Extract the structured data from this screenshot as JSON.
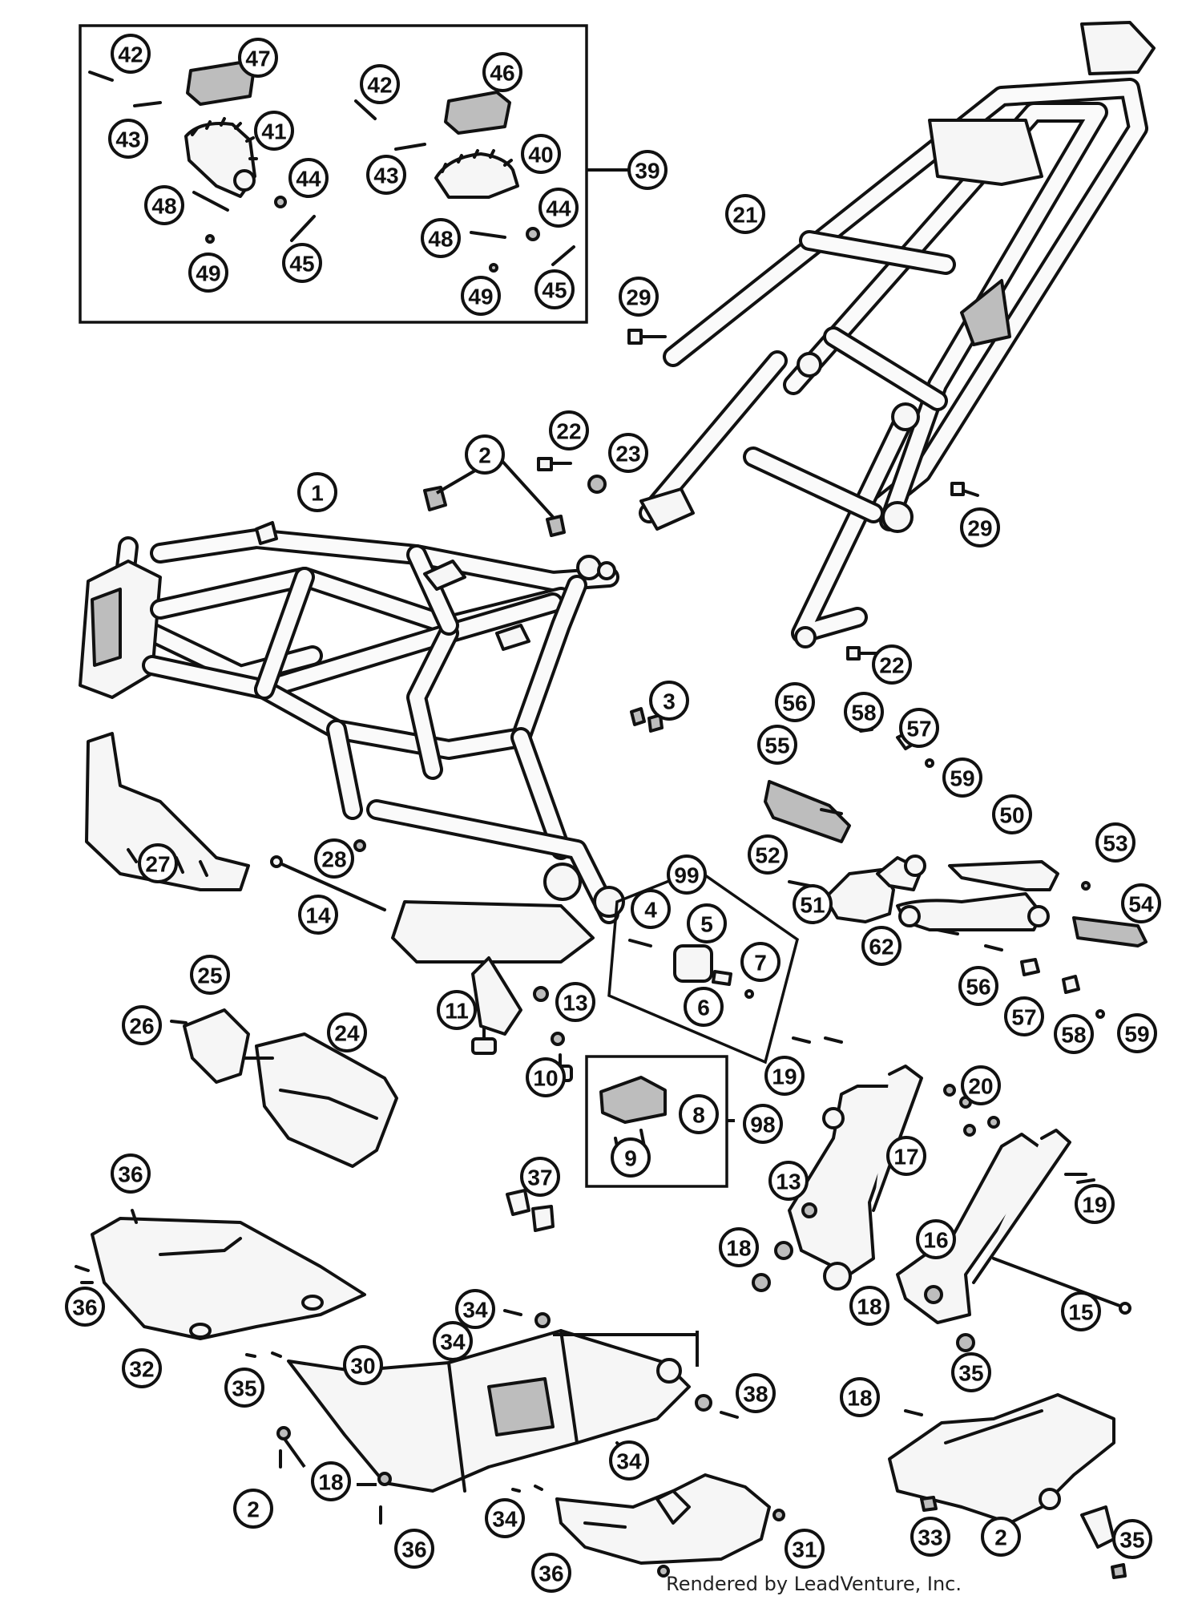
{
  "diagram": {
    "callouts": [
      "42",
      "47",
      "42",
      "46",
      "43",
      "41",
      "43",
      "40",
      "39",
      "44",
      "48",
      "44",
      "48",
      "49",
      "45",
      "49",
      "45",
      "21",
      "29",
      "22",
      "23",
      "2",
      "1",
      "29",
      "22",
      "3",
      "56",
      "58",
      "57",
      "55",
      "59",
      "50",
      "53",
      "52",
      "28",
      "27",
      "99",
      "14",
      "4",
      "5",
      "51",
      "54",
      "7",
      "62",
      "6",
      "25",
      "56",
      "24",
      "26",
      "57",
      "58",
      "59",
      "11",
      "13",
      "10",
      "19",
      "8",
      "98",
      "20",
      "9",
      "17",
      "36",
      "37",
      "13",
      "19",
      "18",
      "16",
      "36",
      "34",
      "18",
      "15",
      "32",
      "35",
      "30",
      "34",
      "38",
      "18",
      "35",
      "18",
      "34",
      "2",
      "33",
      "2",
      "35",
      "34",
      "36",
      "31",
      "36"
    ]
  },
  "credit": "Rendered by LeadVenture, Inc."
}
